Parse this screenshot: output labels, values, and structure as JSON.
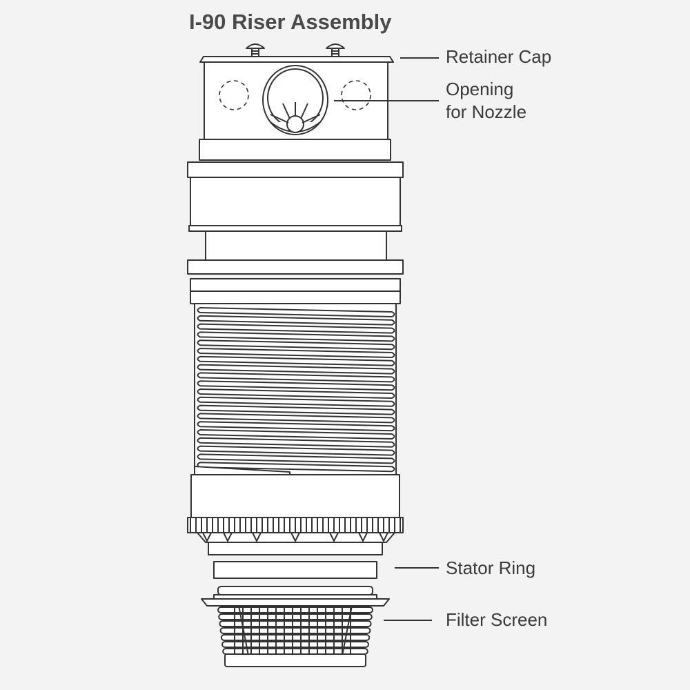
{
  "title": "I-90 Riser Assembly",
  "labels": {
    "retainer_cap": "Retainer Cap",
    "opening_line1": "Opening",
    "opening_line2": "for Nozzle",
    "stator_ring": "Stator Ring",
    "filter_screen": "Filter Screen"
  },
  "colors": {
    "background": "#f3f3f3",
    "stroke": "#333333",
    "text": "#3a3a3a"
  }
}
